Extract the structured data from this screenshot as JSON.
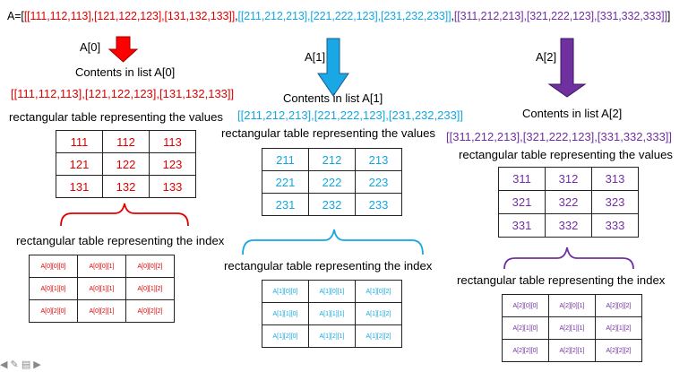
{
  "top_line": {
    "prefix": "A=[",
    "red_part": "[[111,112,113],[121,122,123],[131,132,133]]",
    "sep1": ",",
    "blue_part": "[[211,212,213],[221,222,123],[231,232,233]]",
    "sep2": ",",
    "purple_part": "[[311,212,213],[321,222,123],[331,332,333]]",
    "suffix": "]"
  },
  "colors": {
    "red": "#e00000",
    "blue": "#14a7e0",
    "purple": "#7030a0"
  },
  "panels": [
    {
      "arrow_label": "A[0]",
      "contents_label": "Contents in list A[0]",
      "list_text": "[[111,112,113],[121,122,123],[131,132,133]]",
      "values_caption": "rectangular table representing the values",
      "values": [
        [
          "111",
          "112",
          "113"
        ],
        [
          "121",
          "122",
          "123"
        ],
        [
          "131",
          "132",
          "133"
        ]
      ],
      "index_caption": "rectangular table representing the index",
      "index": [
        [
          "A[0][0][0]",
          "A[0][0][1]",
          "A[0][0][2]"
        ],
        [
          "A[0][1][0]",
          "A[0][1][1]",
          "A[0][1][2]"
        ],
        [
          "A[0][2][0]",
          "A[0][2][1]",
          "A[0][2][2]"
        ]
      ]
    },
    {
      "arrow_label": "A[1]",
      "contents_label": "Contents in list A[1]",
      "list_text": "[[211,212,213],[221,222,123],[231,232,233]]",
      "values_caption": "rectangular table representing the values",
      "values": [
        [
          "211",
          "212",
          "213"
        ],
        [
          "221",
          "222",
          "223"
        ],
        [
          "231",
          "232",
          "233"
        ]
      ],
      "index_caption": "rectangular table representing the index",
      "index": [
        [
          "A[1][0][0]",
          "A[1][0][1]",
          "A[1][0][2]"
        ],
        [
          "A[1][1][0]",
          "A[1][1][1]",
          "A[1][1][2]"
        ],
        [
          "A[1][2][0]",
          "A[1][2][1]",
          "A[1][2][2]"
        ]
      ]
    },
    {
      "arrow_label": "A[2]",
      "contents_label": "Contents in list A[2]",
      "list_text": "[[311,212,213],[321,222,123],[331,332,333]]",
      "values_caption": "rectangular table representing the values",
      "values": [
        [
          "311",
          "312",
          "313"
        ],
        [
          "321",
          "322",
          "323"
        ],
        [
          "331",
          "332",
          "333"
        ]
      ],
      "index_caption": "rectangular table representing the index",
      "index": [
        [
          "A[2][0][0]",
          "A[2][0][1]",
          "A[2][0][2]"
        ],
        [
          "A[2][1][0]",
          "A[2][1][1]",
          "A[2][1][2]"
        ],
        [
          "A[2][2][0]",
          "A[2][2][1]",
          "A[2][2][2]"
        ]
      ]
    }
  ]
}
